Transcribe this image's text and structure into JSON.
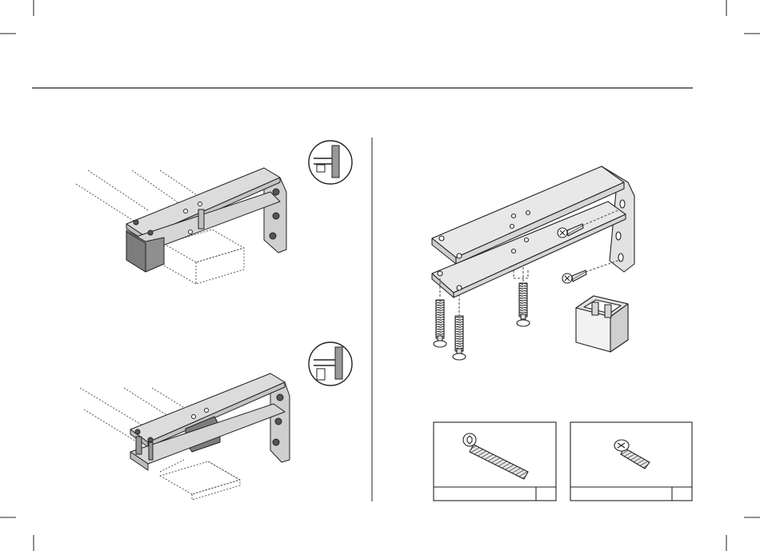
{
  "page": {
    "background": "#ffffff",
    "line_color": "#222222",
    "metal_fill": "#d9d9d9",
    "metal_shadow": "#a9a9a9",
    "block_fill": "#8c8c8c"
  },
  "panels": [
    {
      "id": "bracket-assembly-top",
      "detail_icon": "clearance-detail-icon"
    },
    {
      "id": "bracket-assembly-bottom",
      "detail_icon": "clearance-detail-icon"
    },
    {
      "id": "exploded-hardware-view"
    }
  ],
  "parts_table": [
    {
      "id": "bolt-part-box",
      "icon": "bolt-icon",
      "name": "",
      "qty": ""
    },
    {
      "id": "screw-part-box",
      "icon": "screw-icon",
      "name": "",
      "qty": ""
    }
  ]
}
